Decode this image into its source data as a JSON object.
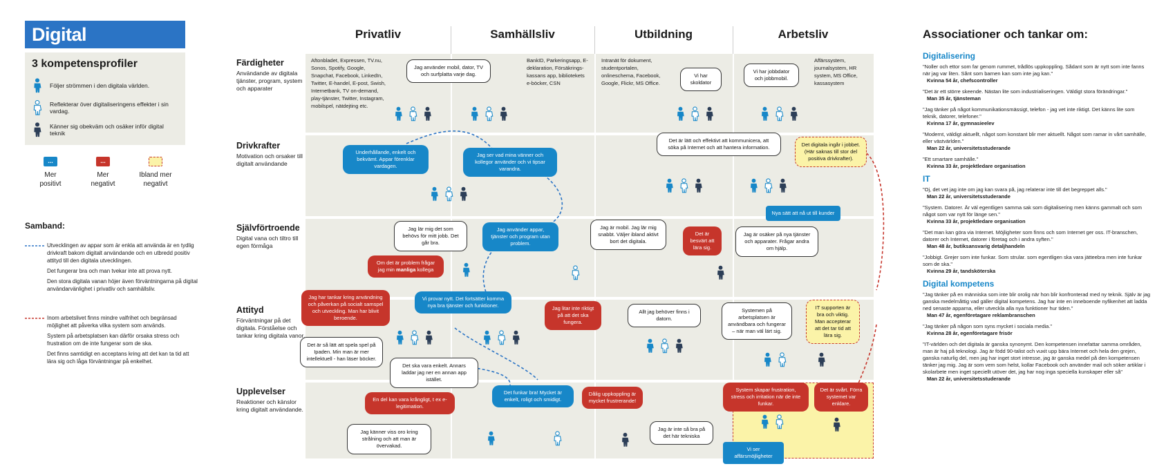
{
  "title": "Digital kompetens",
  "profiles": {
    "heading": "3 kompetensprofiler",
    "items": [
      {
        "icon": "person-blue-icon",
        "text": "Följer strömmen i den digitala världen."
      },
      {
        "icon": "person-outline-icon",
        "text": "Reflekterar över digitaliseringens effekter i sin vardag."
      },
      {
        "icon": "person-dark-icon",
        "text": "Känner sig obekväm och osäker inför digital teknik"
      }
    ]
  },
  "legend": [
    {
      "label_l1": "Mer",
      "label_l2": "positivt",
      "color": "#1787c8",
      "glyph": "..."
    },
    {
      "label_l1": "Mer",
      "label_l2": "negativt",
      "color": "#c6352b",
      "glyph": "..."
    },
    {
      "label_l1": "Ibland mer",
      "label_l2": "negativt",
      "color": "#fbf3a8",
      "glyph": ""
    }
  ],
  "samband": {
    "title": "Samband:",
    "blue": [
      "Utvecklingen av appar som är enkla att använda är en tydlig drivkraft bakom digitalt användande och en utbredd positiv attityd till den digitala utvecklingen.",
      "Det fungerar bra och man tvekar inte att prova nytt.",
      "Den stora digitala vanan höjer även förväntningarna på digital användarvänlighet i privatliv och samhällsliv."
    ],
    "red": [
      "Inom arbetslivet finns mindre valfrihet och begränsad möjlighet att påverka vilka system som används.",
      "System på arbetsplatsen kan därför orsaka stress och frustration om de inte fungerar som de ska.",
      "Det finns samtidigt en acceptans kring att det kan ta tid att lära sig och låga förväntningar på enkelhet."
    ]
  },
  "columns": [
    "Privatliv",
    "Samhällsliv",
    "Utbildning",
    "Arbetsliv"
  ],
  "rows": [
    {
      "title": "Färdigheter",
      "desc": "Användande av digitala tjänster, program, system och apparater"
    },
    {
      "title": "Drivkrafter",
      "desc": "Motivation och orsaker till digitalt användande"
    },
    {
      "title": "Självförtroende",
      "desc": "Digital vana och tiltro till egen förmåga"
    },
    {
      "title": "Attityd",
      "desc": "Förväntningar på det digitala. Förståelse och tankar kring digitala vanor."
    },
    {
      "title": "Upplevelser",
      "desc": "Reaktioner och känslor kring digitalt användande."
    }
  ],
  "cells": {
    "privat_skills": "Aftonbladet, Expressen, TV.nu, Sonos, Spotify, Google, Snapchat, Facebook, LinkedIn, Twitter, E-handel, E-post, Swish, Internetbank, TV on-demand, play-tjänster, Twitter, Instagram, mobilspel, nätdejting etc.",
    "samhalle_skills": "BankID, Parkeringsapp, E-deklaration, Försäkrings-kassans app, bibliotekets e-böcker, CSN",
    "utbildning_skills": "Intranät för dokument, studentportalen, onlineschema, Facebook, Google, Flickr, MS Office.",
    "arbete_skills": "Affärssystem, journalsystem, HR system, MS Office, kassasystem"
  },
  "bubbles": {
    "b1": "Jag använder mobil, dator, TV och surfplatta varje dag.",
    "b2": "Vi har skoldator",
    "b3": "Vi har jobbdator och jobbmobil.",
    "b4": "Underhållande, enkelt och bekvämt. Appar förenklar vardagen.",
    "b5": "Jag ser vad mina vänner och kollegor använder och vi tipsar varandra.",
    "b6": "Det är lätt och effektivt att kommunicera, att söka på Internet och att hantera information.",
    "b7": "Det digitala ingår i jobbet. (Här saknas till stor del positiva drivkrafter).",
    "b8": "Nya sätt att nå ut till kunder",
    "b9": "Jag lär mig det som behövs för mitt jobb. Det går bra.",
    "b10": "Jag använder appar, tjänster och program utan problem.",
    "b11": "Jag är mobil. Jag lär mig snabbt. Väljer ibland aktivt bort det digitala.",
    "b12": "Det är besvärt att lära sig.",
    "b13": "Jag är osäker på nya tjänster och apparater. Frågar andra om hjälp.",
    "b14": "Om det är problem frågar jag min",
    "b14b": "manliga",
    "b14c": "kollega",
    "b15": "Jag har tankar kring användning och påverkan på socialt samspel och utveckling. Man har blivit beroende.",
    "b16": "Vi provar nytt. Det fortsätter komma nya bra tjänster och funktioner.",
    "b17": "Jag litar inte riktigt på att det ska fungera.",
    "b18": "Allt jag behöver finns i datorn.",
    "b19": "Systemen på arbetsplatsen är användbara och fungerar – när man väl lärt sig.",
    "b20": "IT supporten är bra och viktig. Man accepterar att det tar tid att lära sig.",
    "b21": "Det är så lätt att spela spel på Ipaden. Min man är mer intellektuell - han läser böcker.",
    "b22": "Det ska vara enkelt. Annars laddar jag ner en annan app istället.",
    "b23": "En del kan vara krångligt, t ex e-legitimation.",
    "b24": "Det funkar bra! Mycket är enkelt, roligt och smidigt.",
    "b25": "Dålig uppkoppling är mycket frustrerande!",
    "b26": "System skapar frustration, stress och irritation när de inte funkar.",
    "b27": "Det är svårt. Förra systemet var enklare.",
    "b28": "Jag känner viss oro kring strålning och att man är övervakad.",
    "b29": "Jag är inte så bra på det här tekniska",
    "b30": "Vi ser affärsmöjligheter"
  },
  "right": {
    "title": "Associationer och tankar om:",
    "sections": [
      {
        "heading": "Digitalisering",
        "quotes": [
          {
            "text": "\"Noller och ettor som far genom rummet, trådlös uppkoppling. Sådant som är nytt som inte fanns när jag var liten. Sånt som barnen kan som inte jag kan.\"",
            "who": "Kvinna 54 år, chefscontroller"
          },
          {
            "text": "\"Det är ett större skeende. Nästan lite som industrialiseringen. Väldigt stora förändringar.\"",
            "who": "Man 35 år, tjänsteman"
          },
          {
            "text": "\"Jag tänker på något kommunikationsmässigt, telefon - jag vet inte riktigt. Det känns lite som teknik, datorer, telefoner.\"",
            "who": "Kvinna 17 år, gymnasieelev"
          },
          {
            "text": "\"Modernt, väldigt aktuellt, något som konstant blir mer aktuellt. Något som ramar in vårt samhälle, eller västvärlden.\"",
            "who": "Man 22 år, universitetsstuderande"
          },
          {
            "text": "\"Ett smartare samhälle.\"",
            "who": "Kvinna 33 år, projektledare organisation"
          }
        ]
      },
      {
        "heading": "IT",
        "quotes": [
          {
            "text": "\"Oj, det vet jag inte om jag kan svara på, jag relaterar inte till det begreppet alls.\"",
            "who": "Man 22 år, universitetsstuderande"
          },
          {
            "text": "\"System. Datorer. Är väl egentligen samma sak som digitalisering men känns gammalt och som något som var nytt för länge sen.\"",
            "who": "Kvinna 33 år, projektledare organisation"
          },
          {
            "text": "\"Det man kan göra via Internet. Möjligheter som finns och som Internet ger oss. IT-branschen, datorer och Internet, datorer i företag och i andra syften.\"",
            "who": "Man 48 år, butiksansvarig detaljhandeln"
          },
          {
            "text": "\"Jobbigt. Grejer som inte funkar. Som strular. som egentligen ska vara jätteebra men inte funkar som de ska.\"",
            "who": "Kvinna 29 år, tandsköterska"
          }
        ]
      },
      {
        "heading": "Digital kompetens",
        "quotes": [
          {
            "text": "\"Jag tänker på en människa som inte blir orolig när hon blir konfronterad med ny teknik. Själv är jag ganska medelmåttig vad gäller digital kompetens. Jag har inte en inneboende nyfikenhet att ladda ned senaste apparna, eller utveckla alla nya funktioner hur tiden.\"",
            "who": "Man 47 år, egenföretagare reklambranschen"
          },
          {
            "text": "\"Jag tänker på någon som syns mycket i sociala media.\"",
            "who": "Kvinna 28 år, egenföretagare frisör"
          },
          {
            "text": "\"IT-världen och det digitala är ganska synonymt. Den kompetensen innefattar samma områden, man är haj på teknologi. Jag är född 90-talist och vuxit upp bära Internet och hela den grejen, ganska naturlig del, men jag har inget stort intresse, jag är ganska medel på den kompetensen tänker jag mig. Jag är som vem som helst, kollar Facebook och använder mail och söker artiklar i skolarbete men inget speciellt utöver det, jag har nog inga speciella kunskaper eller så\"",
            "who": "Man 22 år, universitetsstuderande"
          }
        ]
      }
    ]
  }
}
